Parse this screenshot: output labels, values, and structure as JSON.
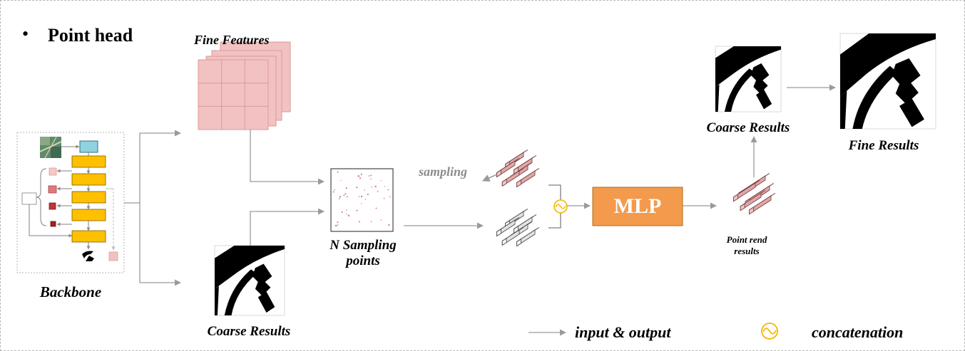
{
  "section": {
    "bullet": "•",
    "title": "Point head"
  },
  "labels": {
    "fine_features": "Fine Features",
    "backbone": "Backbone",
    "coarse_results_bottom": "Coarse Results",
    "n_sampling_line1": "N Sampling",
    "n_sampling_line2": "points",
    "sampling": "sampling",
    "mlp": "MLP",
    "point_rend_line1": "Point rend",
    "point_rend_line2": "results",
    "coarse_results_top": "Coarse Results",
    "fine_results": "Fine Results"
  },
  "legend": {
    "input_output": "input & output",
    "concatenation": "concatenation"
  },
  "colors": {
    "feature_pink": "#f2c2c2",
    "feature_border": "#d99a9a",
    "backbone_yellow": "#ffc000",
    "backbone_cyan": "#8fd3e0",
    "mlp_orange": "#f39a4d",
    "concat_yellow": "#f7b500",
    "arrow_gray": "#9a9a9a",
    "sampling_gray": "#8c8c8c"
  }
}
